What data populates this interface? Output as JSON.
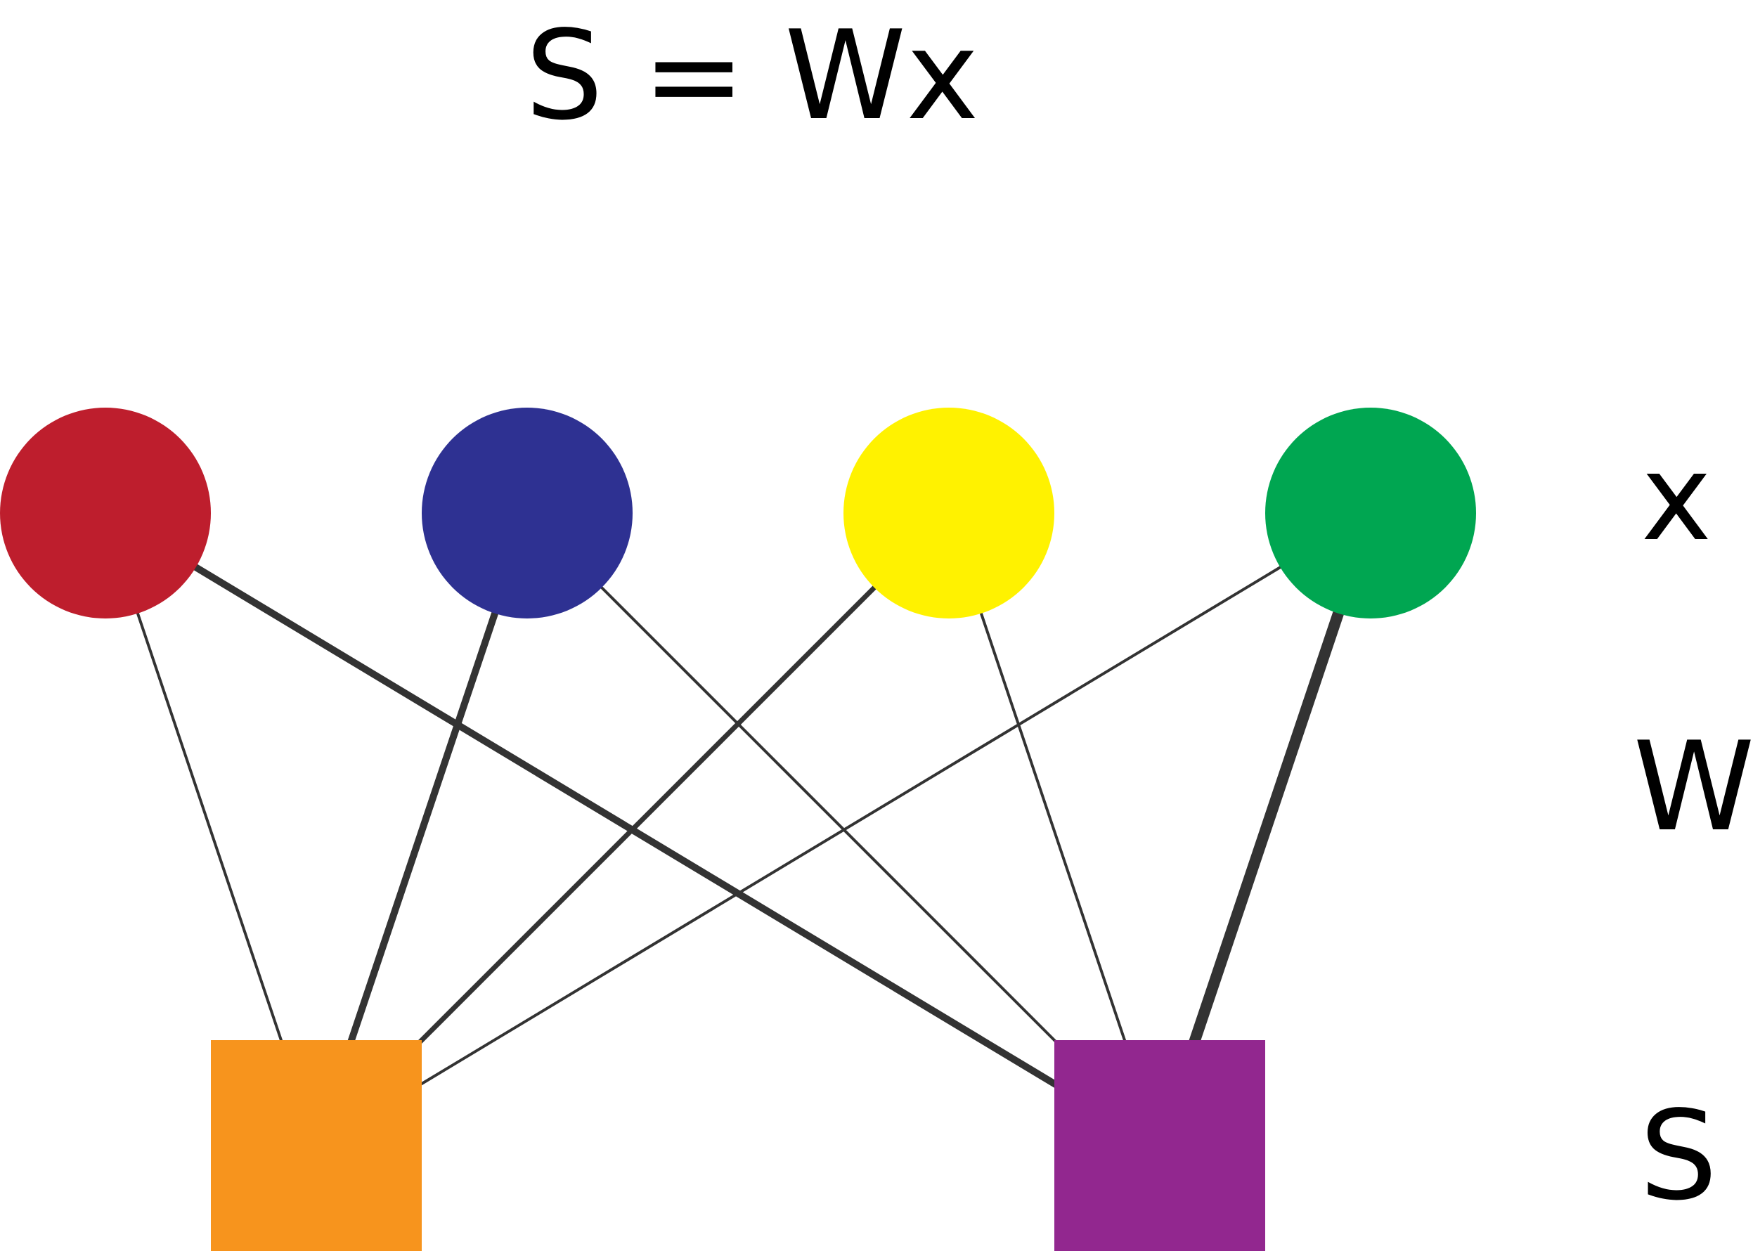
{
  "equation": "S = Wx",
  "row_labels": {
    "x": "x",
    "W": "W",
    "S": "S"
  },
  "input_nodes": [
    {
      "id": "x1",
      "color": "#be1e2d"
    },
    {
      "id": "x2",
      "color": "#2e3192"
    },
    {
      "id": "x3",
      "color": "#fff200"
    },
    {
      "id": "x4",
      "color": "#00a651"
    }
  ],
  "output_nodes": [
    {
      "id": "s1",
      "color": "#f7941d"
    },
    {
      "id": "s2",
      "color": "#92278f"
    }
  ],
  "edge_color": "#333333",
  "edges": [
    {
      "from": "x1",
      "to": "s1",
      "weight": "thin"
    },
    {
      "from": "x1",
      "to": "s2",
      "weight": "thick"
    },
    {
      "from": "x2",
      "to": "s1",
      "weight": "thick"
    },
    {
      "from": "x2",
      "to": "s2",
      "weight": "thin"
    },
    {
      "from": "x3",
      "to": "s1",
      "weight": "medium"
    },
    {
      "from": "x3",
      "to": "s2",
      "weight": "thin"
    },
    {
      "from": "x4",
      "to": "s1",
      "weight": "thin"
    },
    {
      "from": "x4",
      "to": "s2",
      "weight": "thickest"
    }
  ]
}
